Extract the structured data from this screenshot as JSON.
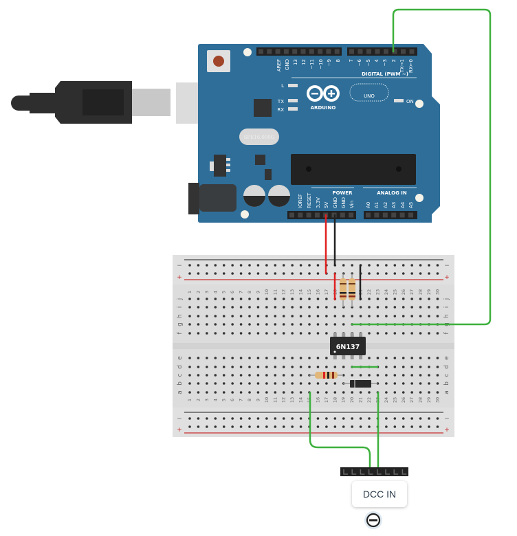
{
  "arduino": {
    "brand": "ARDUINO",
    "model": "UNO",
    "digital_title": "DIGITAL (PWM ~)",
    "digital_left_labels": [
      "AREF",
      "GND",
      "13",
      "12",
      "~11",
      "~10",
      "~9",
      "8"
    ],
    "digital_right_labels": [
      "7",
      "~6",
      "~5",
      "4",
      "~3",
      "2",
      "TX→1",
      "RX←0"
    ],
    "power_title": "POWER",
    "power_labels": [
      "IOREF",
      "RESET",
      "3.3V",
      "5V",
      "GND",
      "GND",
      "Vin"
    ],
    "analog_title": "ANALOG IN",
    "analog_labels": [
      "A0",
      "A1",
      "A2",
      "A3",
      "A4",
      "A5"
    ],
    "led_labels": {
      "l": "L",
      "tx": "TX",
      "rx": "RX",
      "on": "ON"
    },
    "crystal": "SPE16.000G",
    "board_color": "#2e6e99"
  },
  "breadboard": {
    "columns": 30,
    "top_rows": [
      "j",
      "i",
      "h",
      "g",
      "f"
    ],
    "bottom_rows": [
      "e",
      "d",
      "c",
      "b",
      "a"
    ],
    "rail_minus": "−",
    "rail_plus": "+"
  },
  "chip": {
    "label": "6N137"
  },
  "connector": {
    "label": "DCC IN",
    "pins": 8
  },
  "colors": {
    "wire_green": "#3db03d",
    "wire_red": "#e02020",
    "wire_black": "#222222"
  }
}
